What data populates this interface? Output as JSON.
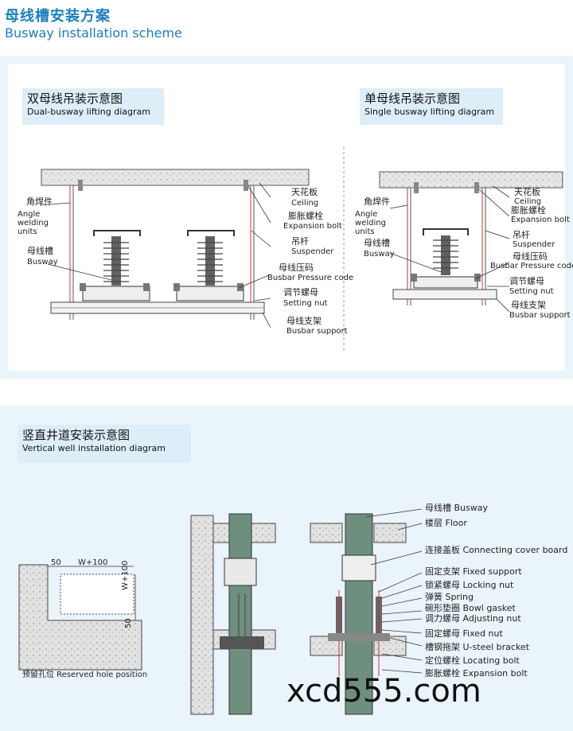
{
  "header": {
    "title_cn": "母线槽安装方案",
    "title_en": "Busway installation scheme"
  },
  "dual": {
    "title_cn": "双母线吊装示意图",
    "title_en": "Dual-busway lifting diagram",
    "labels": {
      "angle_cn": "角焊件",
      "angle_en": "Angle welding units",
      "busway_cn": "母线槽",
      "busway_en": "Busway",
      "ceiling_cn": "天花板",
      "ceiling_en": "Ceiling",
      "bolt_cn": "膨胀螺栓",
      "bolt_en": "Expansion bolt",
      "suspender_cn": "吊杆",
      "suspender_en": "Suspender",
      "pressure_cn": "母线压码",
      "pressure_en": "Busbar Pressure code",
      "nut_cn": "调节螺母",
      "nut_en": "Setting nut",
      "support_cn": "母线支架",
      "support_en": "Busbar support"
    }
  },
  "single": {
    "title_cn": "单母线吊装示意图",
    "title_en": "Single busway lifting diagram",
    "labels": {
      "angle_cn": "角焊件",
      "angle_en": "Angle welding units",
      "busway_cn": "母线槽",
      "busway_en": "Busway",
      "ceiling_cn": "天花板",
      "ceiling_en": "Ceiling",
      "bolt_cn": "膨胀螺栓",
      "bolt_en": "Expansion bolt",
      "suspender_cn": "吊杆",
      "suspender_en": "Suspender",
      "pressure_cn": "母线压码",
      "pressure_en": "Busbar Pressure code",
      "nut_cn": "调节螺母",
      "nut_en": "Setting nut",
      "support_cn": "母线支架",
      "support_en": "Busbar support"
    }
  },
  "vertical": {
    "title_cn": "竖直井道安装示意图",
    "title_en": "Vertical well installation diagram",
    "hole": {
      "dim_50_top": "50",
      "dim_w100_top": "W+100",
      "dim_w100_side": "W+100",
      "dim_50_side": "50",
      "caption": "预留孔位 Reserved hole position"
    },
    "parts": [
      {
        "cn": "母线槽",
        "en": "Busway"
      },
      {
        "cn": "楼层",
        "en": "Floor"
      },
      {
        "cn": "连接盖板",
        "en": "Connecting cover board"
      },
      {
        "cn": "固定支架",
        "en": "Fixed support"
      },
      {
        "cn": "锁紧螺母",
        "en": "Locking nut"
      },
      {
        "cn": "弹簧",
        "en": "Spring"
      },
      {
        "cn": "碗形垫圈",
        "en": "Bowl gasket"
      },
      {
        "cn": "调力螺母",
        "en": "Adjusting nut"
      },
      {
        "cn": "固定螺母",
        "en": "Fixed nut"
      },
      {
        "cn": "槽钢拖架",
        "en": "U-steel bracket"
      },
      {
        "cn": "定位螺栓",
        "en": "Locating bolt"
      },
      {
        "cn": "膨胀螺栓",
        "en": "Expansion bolt"
      }
    ]
  },
  "watermark": "xcd555.com"
}
